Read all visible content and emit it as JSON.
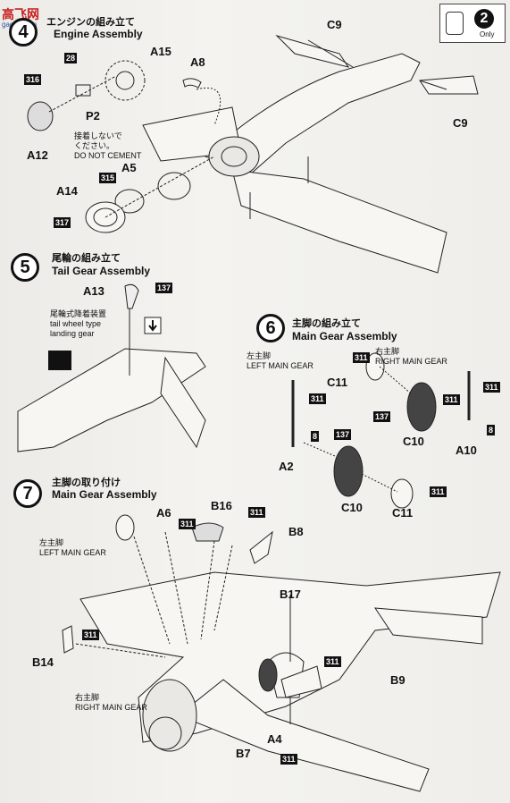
{
  "watermark": {
    "title": "高飞网",
    "url": "gaofei.com"
  },
  "corner": {
    "count": "2",
    "note": "Only"
  },
  "step4": {
    "number": "4",
    "ja": "エンジンの組み立て",
    "en": "Engine Assembly"
  },
  "step5": {
    "number": "5",
    "ja": "尾輪の組み立て",
    "en": "Tail Gear Assembly"
  },
  "step6": {
    "number": "6",
    "ja": "主脚の組み立て",
    "en": "Main Gear Assembly"
  },
  "step7": {
    "number": "7",
    "ja": "主脚の取り付け",
    "en": "Main Gear Assembly"
  },
  "no_cement": {
    "ja": "接着しないで ください。",
    "en": "DO NOT CEMENT"
  },
  "tail_note": {
    "ja": "尾輪式降着装置",
    "en1": "tail wheel type",
    "en2": "landing gear"
  },
  "labels": {
    "C9_top": "C9",
    "C9_right": "C9",
    "A15": "A15",
    "A8": "A8",
    "P2": "P2",
    "A12": "A12",
    "A5": "A5",
    "A14": "A14",
    "A13": "A13",
    "C11_a": "C11",
    "C10_a": "C10",
    "A10": "A10",
    "A2": "A2",
    "C10_b": "C10",
    "C11_b": "C11",
    "A6": "A6",
    "B16": "B16",
    "B8": "B8",
    "B17": "B17",
    "B14": "B14",
    "B9": "B9",
    "A4": "A4",
    "B7": "B7"
  },
  "gear_labels": {
    "left_ja_6": "左主脚",
    "left_en_6": "LEFT MAIN GEAR",
    "right_ja_6": "右主脚",
    "right_en_6": "RIGHT MAIN GEAR",
    "left_ja_7": "左主脚",
    "left_en_7": "LEFT MAIN GEAR",
    "right_ja_7": "右主脚",
    "right_en_7": "RIGHT MAIN GEAR"
  },
  "paint_codes": {
    "p28": "28",
    "p316": "316",
    "p315": "315",
    "p317": "317",
    "p137a": "137",
    "p311a": "311",
    "p311b": "311",
    "p311c": "311",
    "p137b": "137",
    "p311d": "311",
    "p8a": "8",
    "p8b": "8",
    "p137c": "137",
    "p311e": "311",
    "p311f": "311",
    "p311g": "311",
    "p311h": "311",
    "p311i": "311",
    "p311j": "311"
  }
}
